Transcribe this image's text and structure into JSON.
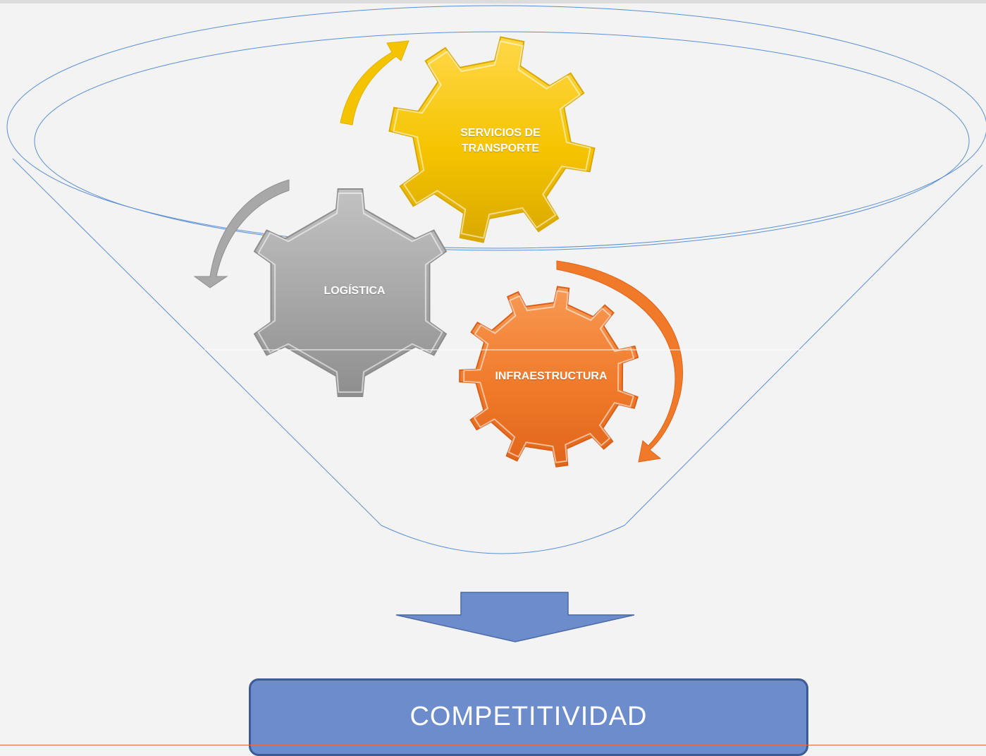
{
  "diagram": {
    "gears": {
      "transport": {
        "label_line1": "SERVICIOS DE",
        "label_line2": "TRANSPORTE",
        "color": "#f5c400"
      },
      "logistics": {
        "label": "LOGÍSTICA",
        "color": "#a8a8a8"
      },
      "infrastructure": {
        "label": "INFRAESTRUCTURA",
        "color": "#f07a2a"
      }
    },
    "result": {
      "label": "COMPETITIVIDAD",
      "color": "#6d8ccc"
    },
    "funnel_color": "#5b8fd4",
    "arrow_color": "#6d8ccc"
  }
}
